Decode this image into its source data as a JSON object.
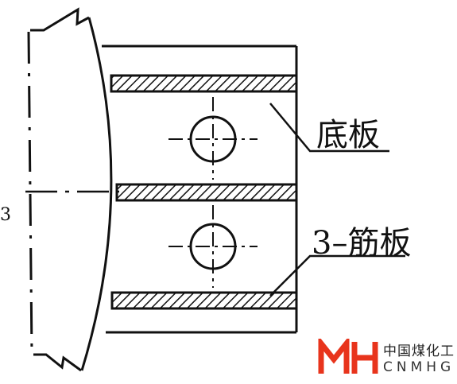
{
  "labels": {
    "base_plate": "底板",
    "ribs": "3–筋板",
    "edge_mark": "3"
  },
  "watermark": {
    "cn": "中国煤化工",
    "en": "CNMHG",
    "color": "#e8341c"
  },
  "colors": {
    "line": "#111111",
    "background": "#ffffff"
  },
  "icons": [
    "bolt-hole-icon",
    "brand-logo-icon"
  ]
}
